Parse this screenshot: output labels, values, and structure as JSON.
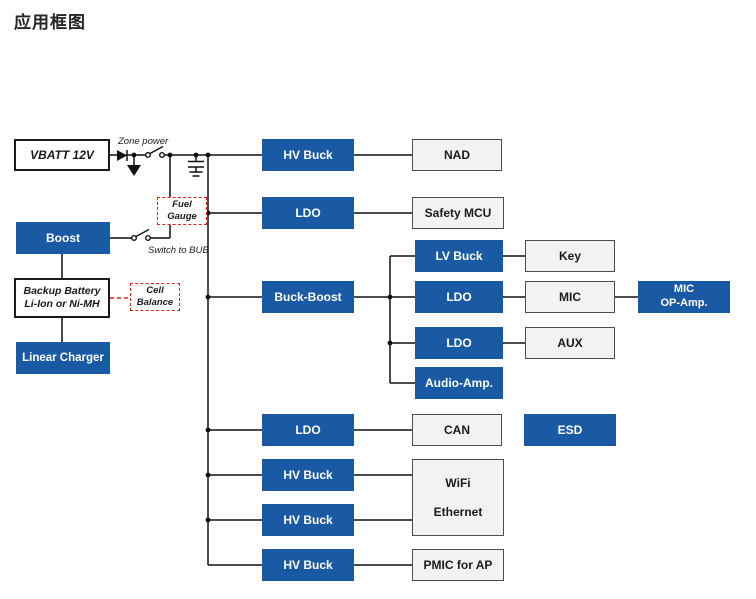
{
  "page": {
    "title": "应用框图"
  },
  "colors": {
    "block_blue": "#1a5aa5",
    "dashed_red": "#e2231a",
    "load_background": "#f2f2f2",
    "wire": "#111111"
  },
  "left_chain": {
    "vbatt": "VBATT 12V",
    "zone_power": "Zone power",
    "boost": "Boost",
    "fuel_gauge": {
      "line1": "Fuel",
      "line2": "Gauge"
    },
    "switch_to_bub": "Switch to BUB",
    "backup_battery": {
      "line1": "Backup Battery",
      "line2": "Li-Ion or Ni-MH"
    },
    "cell_balance": {
      "line1": "Cell",
      "line2": "Balance"
    },
    "linear_charger": "Linear Charger"
  },
  "rails": {
    "hv_buck_nad": "HV Buck",
    "ldo_safety": "LDO",
    "buck_boost": "Buck-Boost",
    "lv_buck": "LV Buck",
    "ldo_mic": "LDO",
    "ldo_aux": "LDO",
    "audio_amp": "Audio-Amp.",
    "ldo_can": "LDO",
    "hv_buck_wifi1": "HV Buck",
    "hv_buck_wifi2": "HV Buck",
    "hv_buck_pmic": "HV Buck",
    "mic_op_amp": {
      "line1": "MIC",
      "line2": "OP-Amp."
    },
    "esd": "ESD"
  },
  "loads": {
    "nad": "NAD",
    "safety_mcu": "Safety MCU",
    "key": "Key",
    "mic": "MIC",
    "aux": "AUX",
    "can": "CAN",
    "wifi": {
      "line1": "WiFi",
      "line2": "Ethernet"
    },
    "pmic_for_ap": "PMIC for AP"
  }
}
